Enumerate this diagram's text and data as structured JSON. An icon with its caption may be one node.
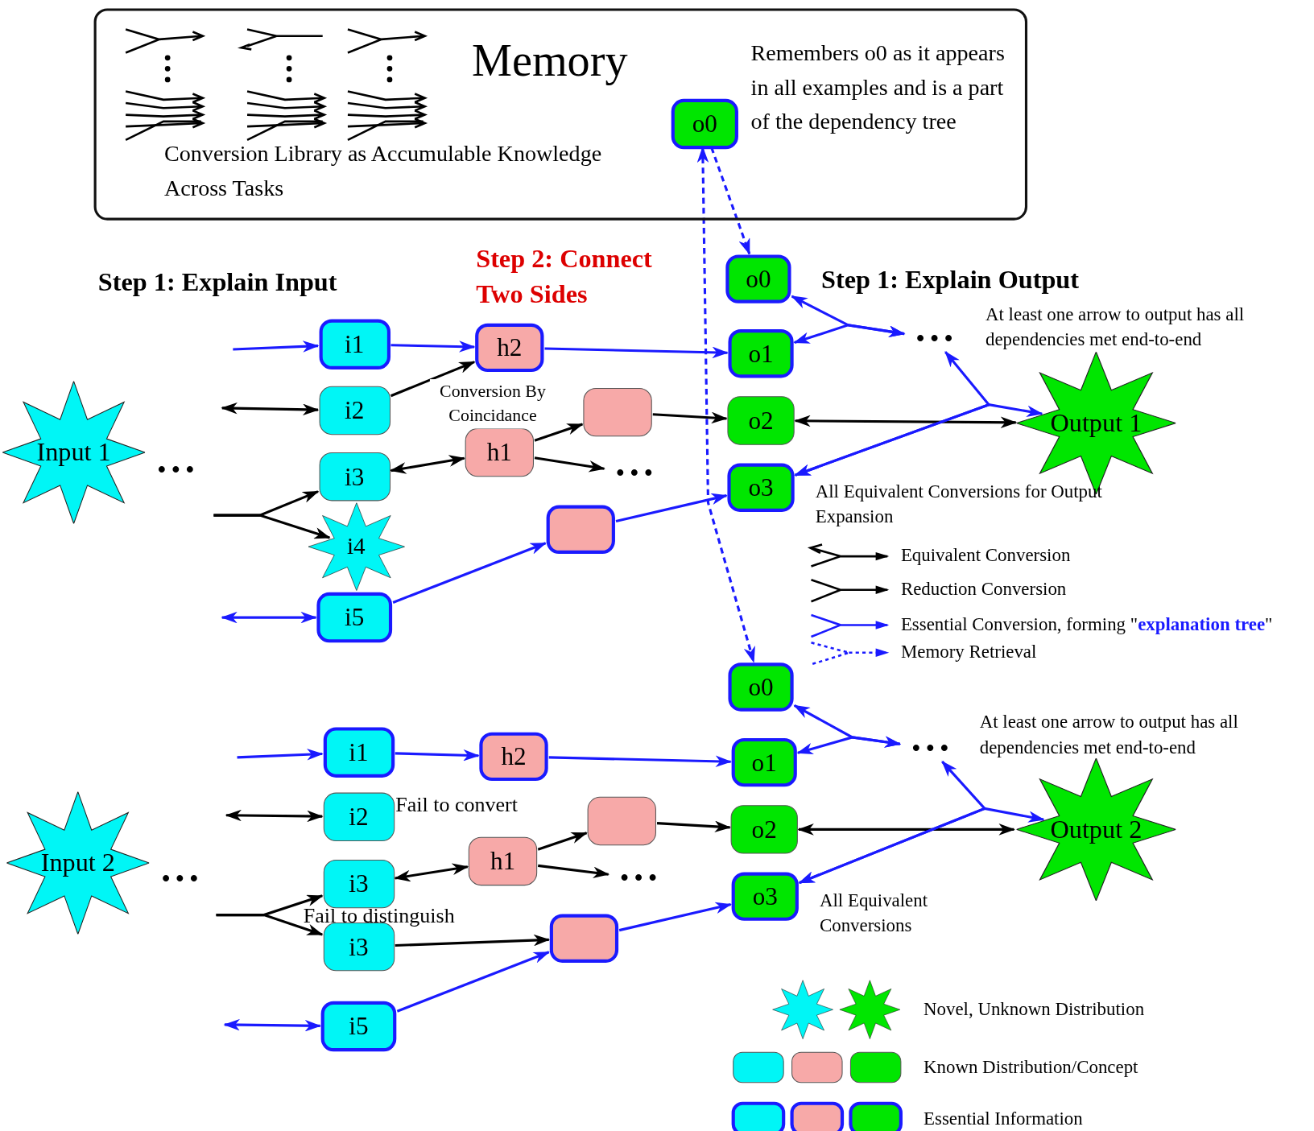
{
  "diagram": {
    "nodes": [
      {
        "text": [
          "Memory",
          "Conversion Library as Accumulable Knowledge Across Tasks",
          "Remembers o0 as it appears in all examples and is a part of the dependency tree"
        ]
      },
      {
        "text": [
          "o0"
        ],
        "in": 0
      },
      {
        "text": [
          "o0"
        ]
      },
      {
        "text": [
          "i1"
        ]
      },
      {
        "text": [
          "h2"
        ]
      },
      {
        "text": [
          "o1"
        ]
      },
      {
        "text": [
          "• • •"
        ]
      },
      {
        "text": [
          "i2"
        ]
      },
      {
        "text": [],
        "shape": "box"
      },
      {
        "text": [
          "o2"
        ]
      },
      {
        "text": [
          "Output 1"
        ]
      },
      {
        "text": [
          "Input 1"
        ]
      },
      {
        "text": [
          "h1"
        ]
      },
      {
        "text": [
          "i3"
        ]
      },
      {
        "text": [
          "• • •"
        ]
      },
      {
        "text": [
          "o3"
        ]
      },
      {
        "text": [
          "i4"
        ]
      },
      {
        "text": [],
        "shape": "box"
      },
      {
        "text": [
          "i5"
        ]
      },
      {
        "text": [
          "o0"
        ]
      },
      {
        "text": [
          "i1"
        ]
      },
      {
        "text": [
          "h2"
        ]
      },
      {
        "text": [
          "o1"
        ]
      },
      {
        "text": [
          "• • •"
        ]
      },
      {
        "text": [
          "i2"
        ]
      },
      {
        "text": [],
        "shape": "box"
      },
      {
        "text": [
          "o2"
        ]
      },
      {
        "text": [
          "Output 2"
        ]
      },
      {
        "text": [
          "Input 2"
        ]
      },
      {
        "text": [
          "h1"
        ]
      },
      {
        "text": [
          "i3"
        ]
      },
      {
        "text": [
          "• • •"
        ]
      },
      {
        "text": [
          "o3"
        ]
      },
      {
        "text": [],
        "shape": "box"
      },
      {
        "text": [
          "i3"
        ]
      },
      {
        "text": [
          "i5"
        ]
      }
    ],
    "edges": [
      {
        "from": 1,
        "to": 2,
        "arrow": "to",
        "style": "dashed"
      },
      {
        "from": 1,
        "to": 19,
        "arrow": "both",
        "style": "dashed"
      },
      {
        "from": null,
        "to": 3,
        "arrow": "to"
      },
      {
        "from": 3,
        "to": 4,
        "arrow": "to"
      },
      {
        "from": 4,
        "to": 5,
        "arrow": "to"
      },
      {
        "from": null,
        "to": 7,
        "arrow": "both",
        "color": "#000000"
      },
      {
        "from": 7,
        "to": 4,
        "arrow": "to",
        "label": "Conversion By Coincidance",
        "color": "#000000"
      },
      {
        "from": 12,
        "to": 13,
        "arrow": "both",
        "color": "#000000"
      },
      {
        "from": 12,
        "to": 8,
        "arrow": "to",
        "color": "#000000"
      },
      {
        "from": 12,
        "to": 14,
        "arrow": "to",
        "color": "#000000"
      },
      {
        "from": 8,
        "to": 9,
        "arrow": "to",
        "color": "#000000"
      },
      {
        "from": 9,
        "to": 10,
        "arrow": "both",
        "color": "#000000"
      },
      {
        "from": null,
        "to": 13,
        "arrow": "to",
        "color": "#000000"
      },
      {
        "from": null,
        "to": 16,
        "arrow": "to",
        "color": "#000000"
      },
      {
        "from": 18,
        "to": 17,
        "arrow": "to"
      },
      {
        "from": 17,
        "to": 15,
        "arrow": "to"
      },
      {
        "from": null,
        "to": 18,
        "arrow": "both"
      },
      {
        "from": 2,
        "to": 6,
        "arrow": "both"
      },
      {
        "from": 5,
        "to": 6,
        "arrow": "both"
      },
      {
        "from": 15,
        "to": 10,
        "arrow": "both"
      },
      {
        "from": 15,
        "to": 6,
        "arrow": "both"
      },
      {
        "from": null,
        "to": 20,
        "arrow": "to"
      },
      {
        "from": 20,
        "to": 21,
        "arrow": "to"
      },
      {
        "from": 21,
        "to": 22,
        "arrow": "to"
      },
      {
        "from": null,
        "to": 24,
        "arrow": "both",
        "color": "#000000"
      },
      {
        "from": 29,
        "to": 30,
        "arrow": "both",
        "color": "#000000"
      },
      {
        "from": 29,
        "to": 25,
        "arrow": "to",
        "color": "#000000"
      },
      {
        "from": 29,
        "to": 31,
        "arrow": "to",
        "color": "#000000"
      },
      {
        "from": 25,
        "to": 26,
        "arrow": "to",
        "color": "#000000"
      },
      {
        "from": 26,
        "to": 27,
        "arrow": "both",
        "color": "#000000"
      },
      {
        "from": null,
        "to": 30,
        "arrow": "to",
        "color": "#000000"
      },
      {
        "from": null,
        "to": 34,
        "arrow": "to",
        "color": "#000000"
      },
      {
        "from": 34,
        "to": 33,
        "arrow": "to",
        "color": "#000000"
      },
      {
        "from": 35,
        "to": 33,
        "arrow": "to"
      },
      {
        "from": 33,
        "to": 32,
        "arrow": "to"
      },
      {
        "from": null,
        "to": 35,
        "arrow": "both"
      },
      {
        "from": 19,
        "to": 23,
        "arrow": "both"
      },
      {
        "from": 22,
        "to": 23,
        "arrow": "both"
      },
      {
        "from": 32,
        "to": 27,
        "arrow": "both"
      },
      {
        "from": 32,
        "to": 23,
        "arrow": "both"
      }
    ],
    "labels": [
      "Step 1: Explain Input",
      "Step 2: Connect Two Sides",
      "Step 1: Explain Output",
      "At least one arrow to output has all dependencies met end-to-end",
      "• • •",
      "All Equivalent Conversions for Output Expansion",
      "At least one arrow to output has all dependencies met end-to-end",
      "Fail to convert",
      "• • •",
      "Fail to distinguish",
      "All Equivalent Conversions"
    ],
    "legend": [
      {
        "text": "Equivalent Conversion"
      },
      {
        "text": "Reduction Conversion"
      },
      {
        "text": "Essential Conversion, forming \"**explanation tree**\""
      },
      {
        "text": "Memory Retrieval"
      },
      {
        "text": "Novel, Unknown Distribution"
      },
      {
        "text": "Known Distribution/Concept"
      },
      {
        "text": "Essential Information"
      }
    ]
  }
}
